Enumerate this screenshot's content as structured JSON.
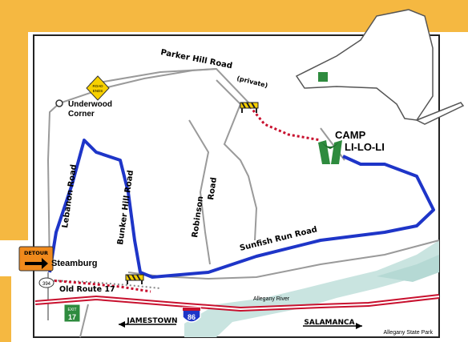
{
  "labels": {
    "parker_hill_road": "Parker Hill Road",
    "parker_private": "(private)",
    "underwood_corner_line1": "Underwood",
    "underwood_corner_line2": "Corner",
    "camp_line1": "CAMP",
    "camp_line2": "LI-LO-LI",
    "lebanon_road": "Lebanon Road",
    "bunker_hill_road": "Bunker Hill Road",
    "robinson_road_line1": "Robinson",
    "robinson_road_line2": "Road",
    "sunfish_run_road": "Sunfish Run Road",
    "steamburg": "Steamburg",
    "old_route_17": "Old Route 17",
    "allegany_river": "Allegany River",
    "jamestown": "JAMESTOWN",
    "salamanca": "SALAMANCA",
    "allegany_state_park": "Allegany State Park",
    "detour_sign": "DETOUR",
    "road_ends_line1": "ROAD",
    "road_ends_line2": "ENDS",
    "route_394": "394",
    "exit_line1": "EXIT",
    "exit_line2": "17",
    "interstate_86": "86"
  },
  "colors": {
    "background_accent": "#f5b841",
    "route": "#1e35c8",
    "closed_road": "#c8102e",
    "camp_green": "#2e8b3e",
    "river": "#c9e4e0",
    "interstate": "#c8102e",
    "road_gray": "#9a9a9a"
  }
}
